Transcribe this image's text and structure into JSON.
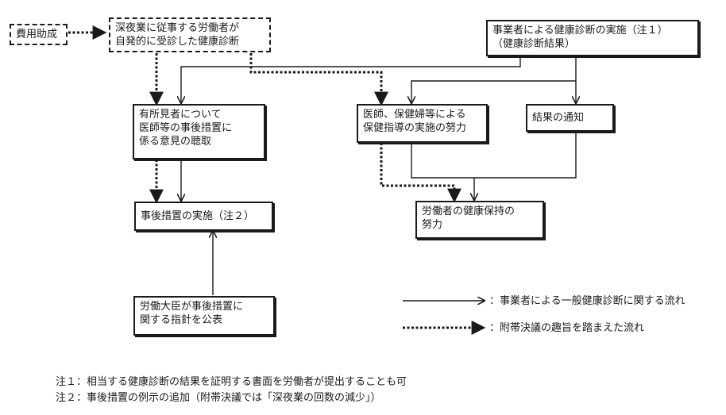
{
  "nodes": {
    "subsidy": {
      "lines": [
        "費用助成"
      ]
    },
    "voluntary_exam": {
      "lines": [
        "深夜業に従事する労働者が",
        "自発的に受診した健康診断"
      ]
    },
    "employer_exam": {
      "lines": [
        "事業者による健康診断の実施（注１）",
        "（健康診断結果）"
      ]
    },
    "doctor_opinion": {
      "lines": [
        "有所見者について",
        "医師等の事後措置に",
        "係る意見の聴取"
      ]
    },
    "health_guidance": {
      "lines": [
        "医師、保健婦等による",
        "保健指導の実施の努力"
      ]
    },
    "result_notice": {
      "lines": [
        "結果の通知"
      ]
    },
    "followup_measures": {
      "lines": [
        "事後措置の実施（注２）"
      ]
    },
    "worker_health": {
      "lines": [
        "労働者の健康保持の",
        "努力"
      ]
    },
    "minister_guideline": {
      "lines": [
        "労働大臣が事後措置に",
        "関する指針を公表"
      ]
    }
  },
  "legend": {
    "solid": "：事業者による一般健康診断に関する流れ",
    "dotted": "：附帯決議の趣旨を踏まえた流れ"
  },
  "notes": [
    "注１：相当する健康診断の結果を証明する書面を労働者が提出することも可",
    "注２：事後措置の例示の追加（附帯決議では「深夜業の回数の減少」）"
  ]
}
